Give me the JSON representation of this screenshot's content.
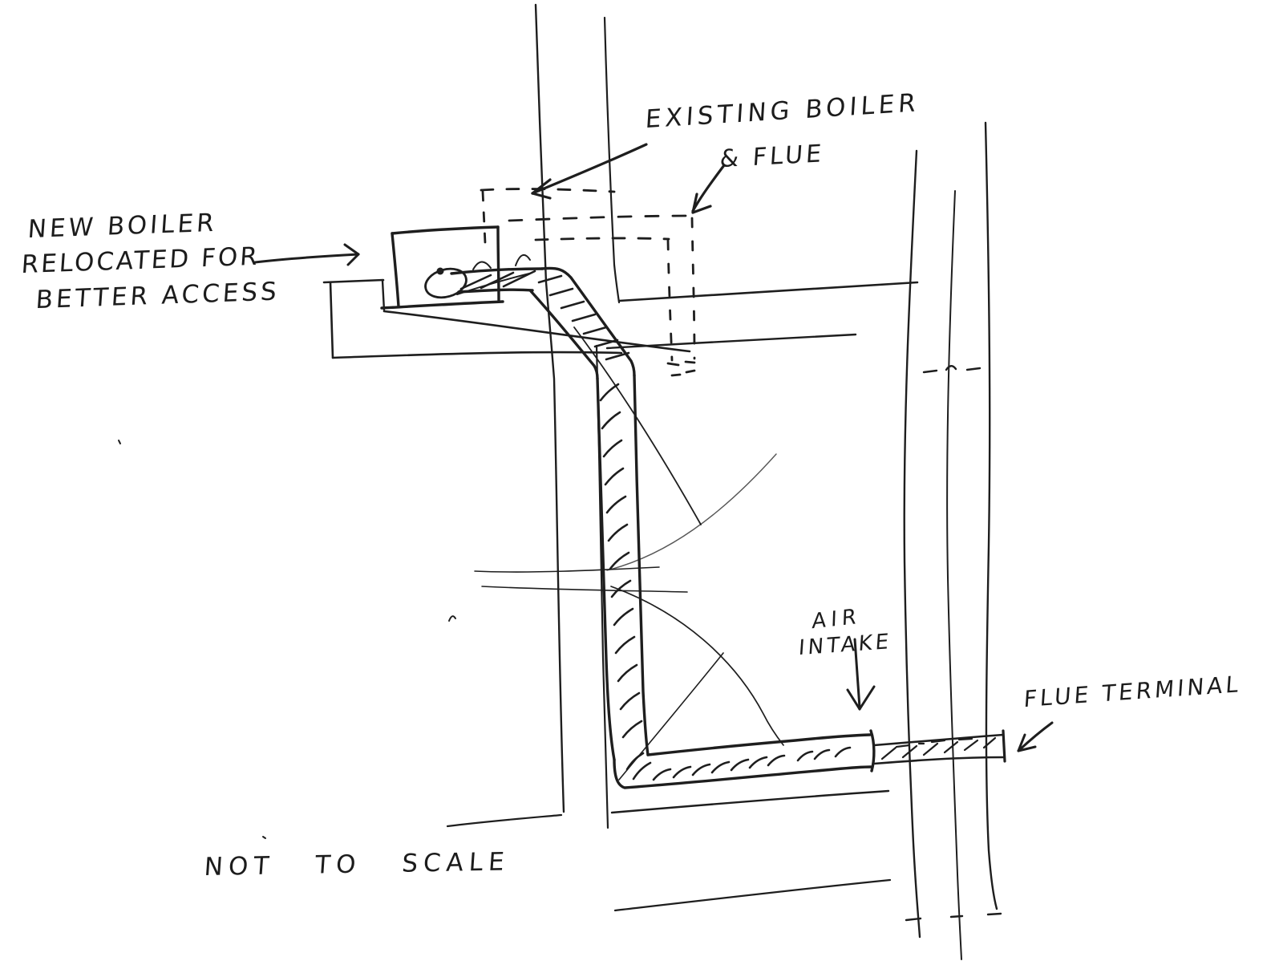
{
  "labels": {
    "existing_boiler": {
      "line1": "EXISTING BOILER",
      "line2": "& FLUE"
    },
    "new_boiler": {
      "line1": "NEW BOILER",
      "line2": "RELOCATED FOR",
      "line3": "BETTER ACCESS"
    },
    "air_intake": {
      "line1": "AIR",
      "line2": "INTAKE"
    },
    "flue_terminal": "FLUE TERMINAL",
    "scale_note": "NOT TO SCALE"
  },
  "colors": {
    "ink": "#1e1e1e",
    "paper": "#ffffff"
  }
}
